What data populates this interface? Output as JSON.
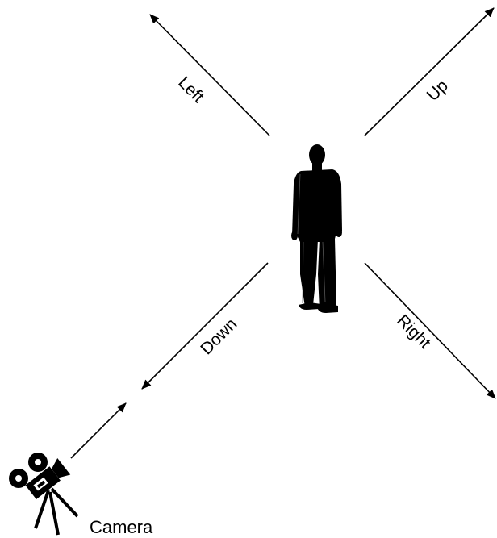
{
  "directions": {
    "left": "Left",
    "up": "Up",
    "down": "Down",
    "right": "Right"
  },
  "camera": {
    "label": "Camera"
  },
  "icons": [
    "person-silhouette-icon",
    "movie-camera-icon"
  ],
  "colors": {
    "ink": "#000000",
    "background": "#ffffff"
  }
}
